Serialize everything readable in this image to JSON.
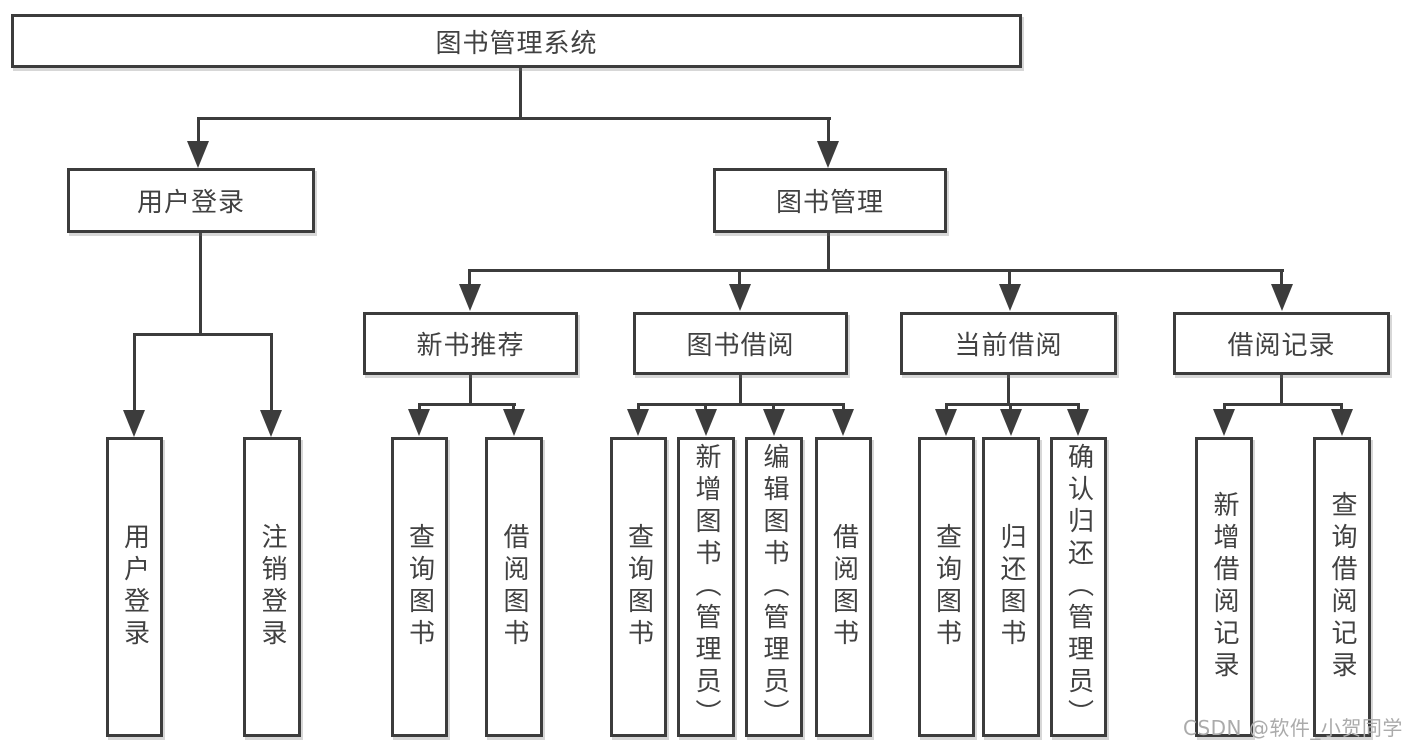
{
  "tree": {
    "label": "图书管理系统",
    "children": [
      {
        "label": "用户登录",
        "children": [
          {
            "label": "用户登录"
          },
          {
            "label": "注销登录"
          }
        ]
      },
      {
        "label": "图书管理",
        "children": [
          {
            "label": "新书推荐",
            "children": [
              {
                "label": "查询图书"
              },
              {
                "label": "借阅图书"
              }
            ]
          },
          {
            "label": "图书借阅",
            "children": [
              {
                "label": "查询图书"
              },
              {
                "label": "新增图书（管理员）"
              },
              {
                "label": "编辑图书（管理员）"
              },
              {
                "label": "借阅图书"
              }
            ]
          },
          {
            "label": "当前借阅",
            "children": [
              {
                "label": "查询图书"
              },
              {
                "label": "归还图书"
              },
              {
                "label": "确认归还（管理员）"
              }
            ]
          },
          {
            "label": "借阅记录",
            "children": [
              {
                "label": "新增借阅记录"
              },
              {
                "label": "查询借阅记录"
              }
            ]
          }
        ]
      }
    ]
  },
  "watermark": {
    "text": "CSDN @软件_小贺同学"
  },
  "colors": {
    "line": "#3c3c3c",
    "text": "#414141",
    "watermark": "#ababab",
    "background": "#ffffff"
  }
}
